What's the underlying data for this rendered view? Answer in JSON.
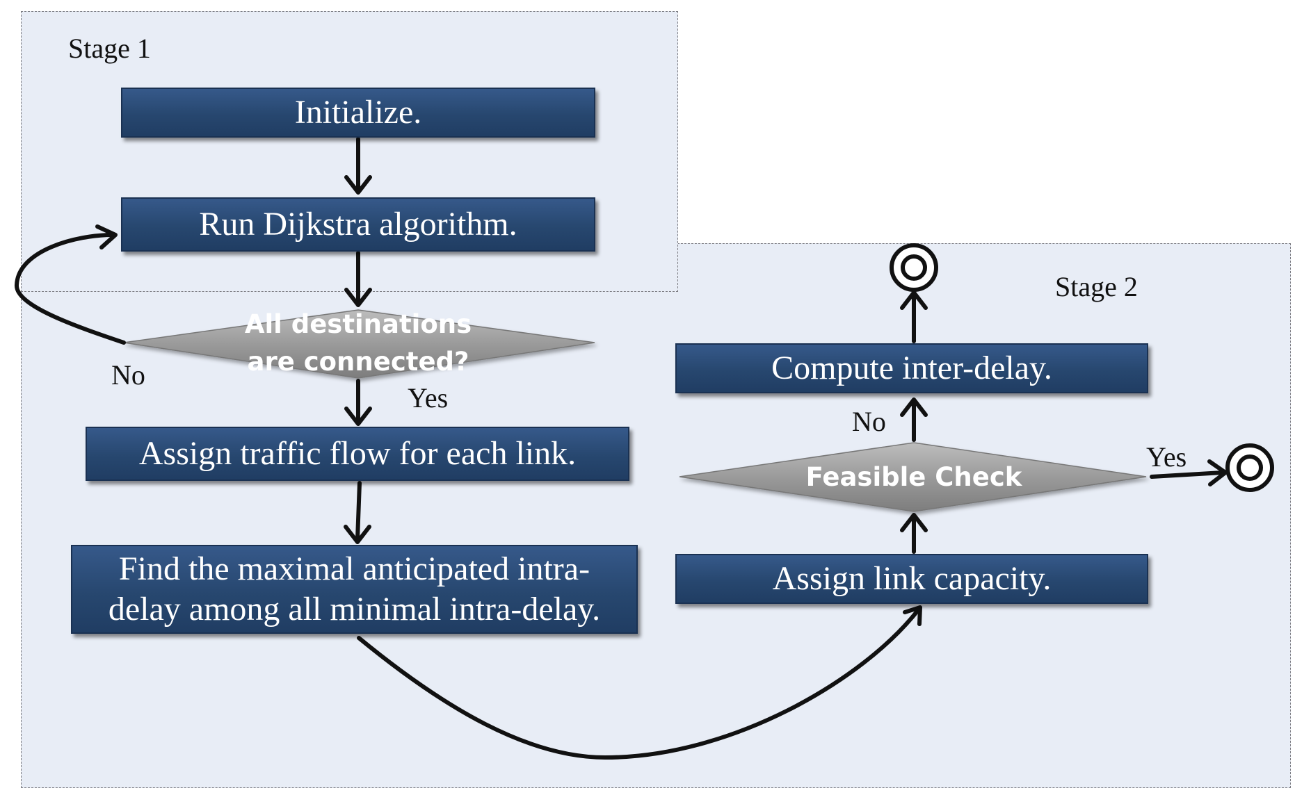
{
  "stage1": {
    "title": "Stage 1"
  },
  "stage2": {
    "title": "Stage 2"
  },
  "steps": {
    "initialize": "Initialize.",
    "run_dijkstra": "Run Dijkstra algorithm.",
    "assign_traffic": "Assign traffic flow for each link.",
    "find_max_line1": "Find the maximal anticipated intra-",
    "find_max_line2": "delay among all minimal intra-delay.",
    "assign_capacity": "Assign link capacity.",
    "compute_delay": "Compute inter-delay."
  },
  "decisions": {
    "all_connected_line1": "All destinations",
    "all_connected_line2": "are connected?",
    "feasible": "Feasible Check"
  },
  "edge_labels": {
    "no_left": "No",
    "yes_down": "Yes",
    "no_up": "No",
    "yes_right": "Yes"
  },
  "colors": {
    "region_fill": "#e8edf6",
    "box_fill": "#27476f",
    "diamond_fill": "#9a9a9a",
    "arrow": "#111111"
  }
}
